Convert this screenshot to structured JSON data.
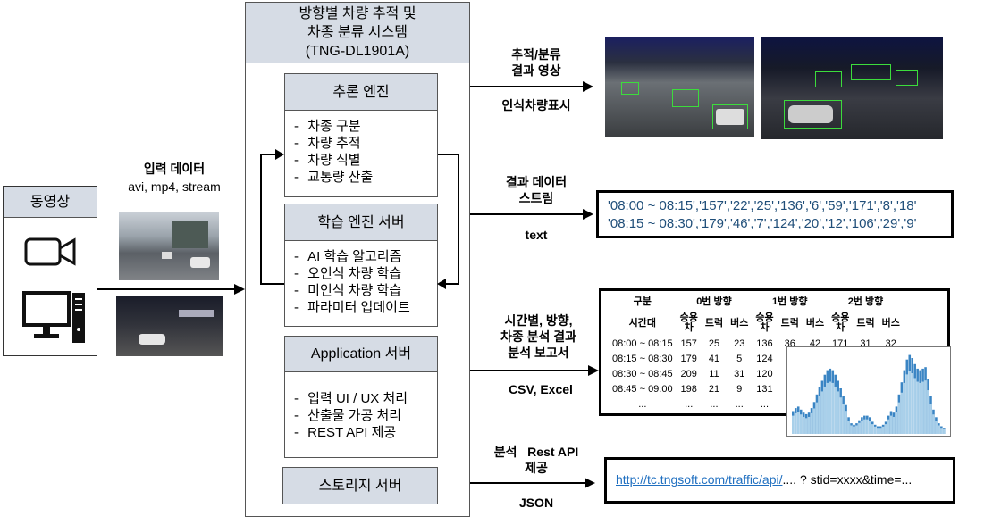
{
  "source": {
    "title": "동영상",
    "icons": [
      "video-camera-icon",
      "computer-icon"
    ]
  },
  "input": {
    "label": "입력 데이터",
    "formats": "avi, mp4, stream"
  },
  "system": {
    "title_lines": [
      "방향별 차량 추적 및",
      "차종 분류 시스템",
      "(TNG-DL1901A)"
    ],
    "modules": [
      {
        "title": "추론 엔진",
        "items": [
          "차종 구분",
          "차량 추적",
          "차량 식별",
          "교통량 산출"
        ]
      },
      {
        "title": "학습 엔진 서버",
        "items": [
          "AI 학습 알고리즘",
          "오인식 차량 학습",
          "미인식 차량 학습",
          "파라미터 업데이트"
        ]
      },
      {
        "title": "Application 서버",
        "items": [
          "입력 UI / UX 처리",
          "산출물 가공 처리",
          "REST API 제공"
        ]
      },
      {
        "title": "스토리지 서버",
        "items": []
      }
    ]
  },
  "outputs": {
    "video": {
      "label_lines": [
        "추적/분류",
        "결과 영상"
      ],
      "sub": "인식차량표시"
    },
    "stream": {
      "label_lines": [
        "결과 데이터",
        "스트림"
      ],
      "sub": "text",
      "lines": [
        "'08:00 ~ 08:15','157','22','25','136','6','59','171','8','18'",
        "'08:15 ~ 08:30','179','46','7','124','20','12','106','29','9'"
      ]
    },
    "report": {
      "label_lines": [
        "시간별, 방향,",
        "차종 분석 결과",
        "분석 보고서"
      ],
      "sub": "CSV, Excel"
    },
    "api": {
      "label_lines": [
        "분석   Rest API",
        "제공"
      ],
      "sub": "JSON",
      "url": "http://tc.tngsoft.com/traffic/api/",
      "url_rest": ".... ? stid=xxxx&time=..."
    }
  },
  "report_table": {
    "h1": [
      "구분",
      "0번 방향",
      "1번 방향",
      "2번 방향"
    ],
    "h2": [
      "시간대",
      "승용\n차",
      "트럭",
      "버스",
      "승용\n차",
      "트럭",
      "버스",
      "승용\n차",
      "트럭",
      "버스"
    ],
    "rows": [
      [
        "08:00 ~ 08:15",
        "157",
        "25",
        "23",
        "136",
        "36",
        "42",
        "171",
        "31",
        "32"
      ],
      [
        "08:15 ~ 08:30",
        "179",
        "41",
        "5",
        "124",
        "",
        "",
        "",
        "",
        ""
      ],
      [
        "08:30 ~ 08:45",
        "209",
        "11",
        "31",
        "120",
        "",
        "",
        "",
        "",
        ""
      ],
      [
        "08:45 ~ 09:00",
        "198",
        "21",
        "9",
        "131",
        "",
        "",
        "",
        "",
        ""
      ],
      [
        "...",
        "...",
        "...",
        "...",
        "...",
        "",
        "",
        "",
        "",
        ""
      ]
    ]
  },
  "histogram": [
    30,
    34,
    36,
    32,
    28,
    26,
    28,
    34,
    42,
    52,
    62,
    70,
    78,
    84,
    86,
    84,
    78,
    70,
    60,
    50,
    38,
    22,
    14,
    12,
    14,
    18,
    22,
    24,
    24,
    22,
    16,
    12,
    10,
    10,
    12,
    16,
    24,
    30,
    28,
    36,
    52,
    68,
    84,
    98,
    104,
    100,
    92,
    86,
    84,
    86,
    88,
    72,
    50,
    32,
    22,
    14,
    10,
    8
  ],
  "colors": {
    "header": "#d6dce5",
    "link": "#1f6fc0",
    "stream_text": "#1f4e79",
    "bar_dark": "#3a85c4",
    "bar_light": "#a9d0ea"
  }
}
